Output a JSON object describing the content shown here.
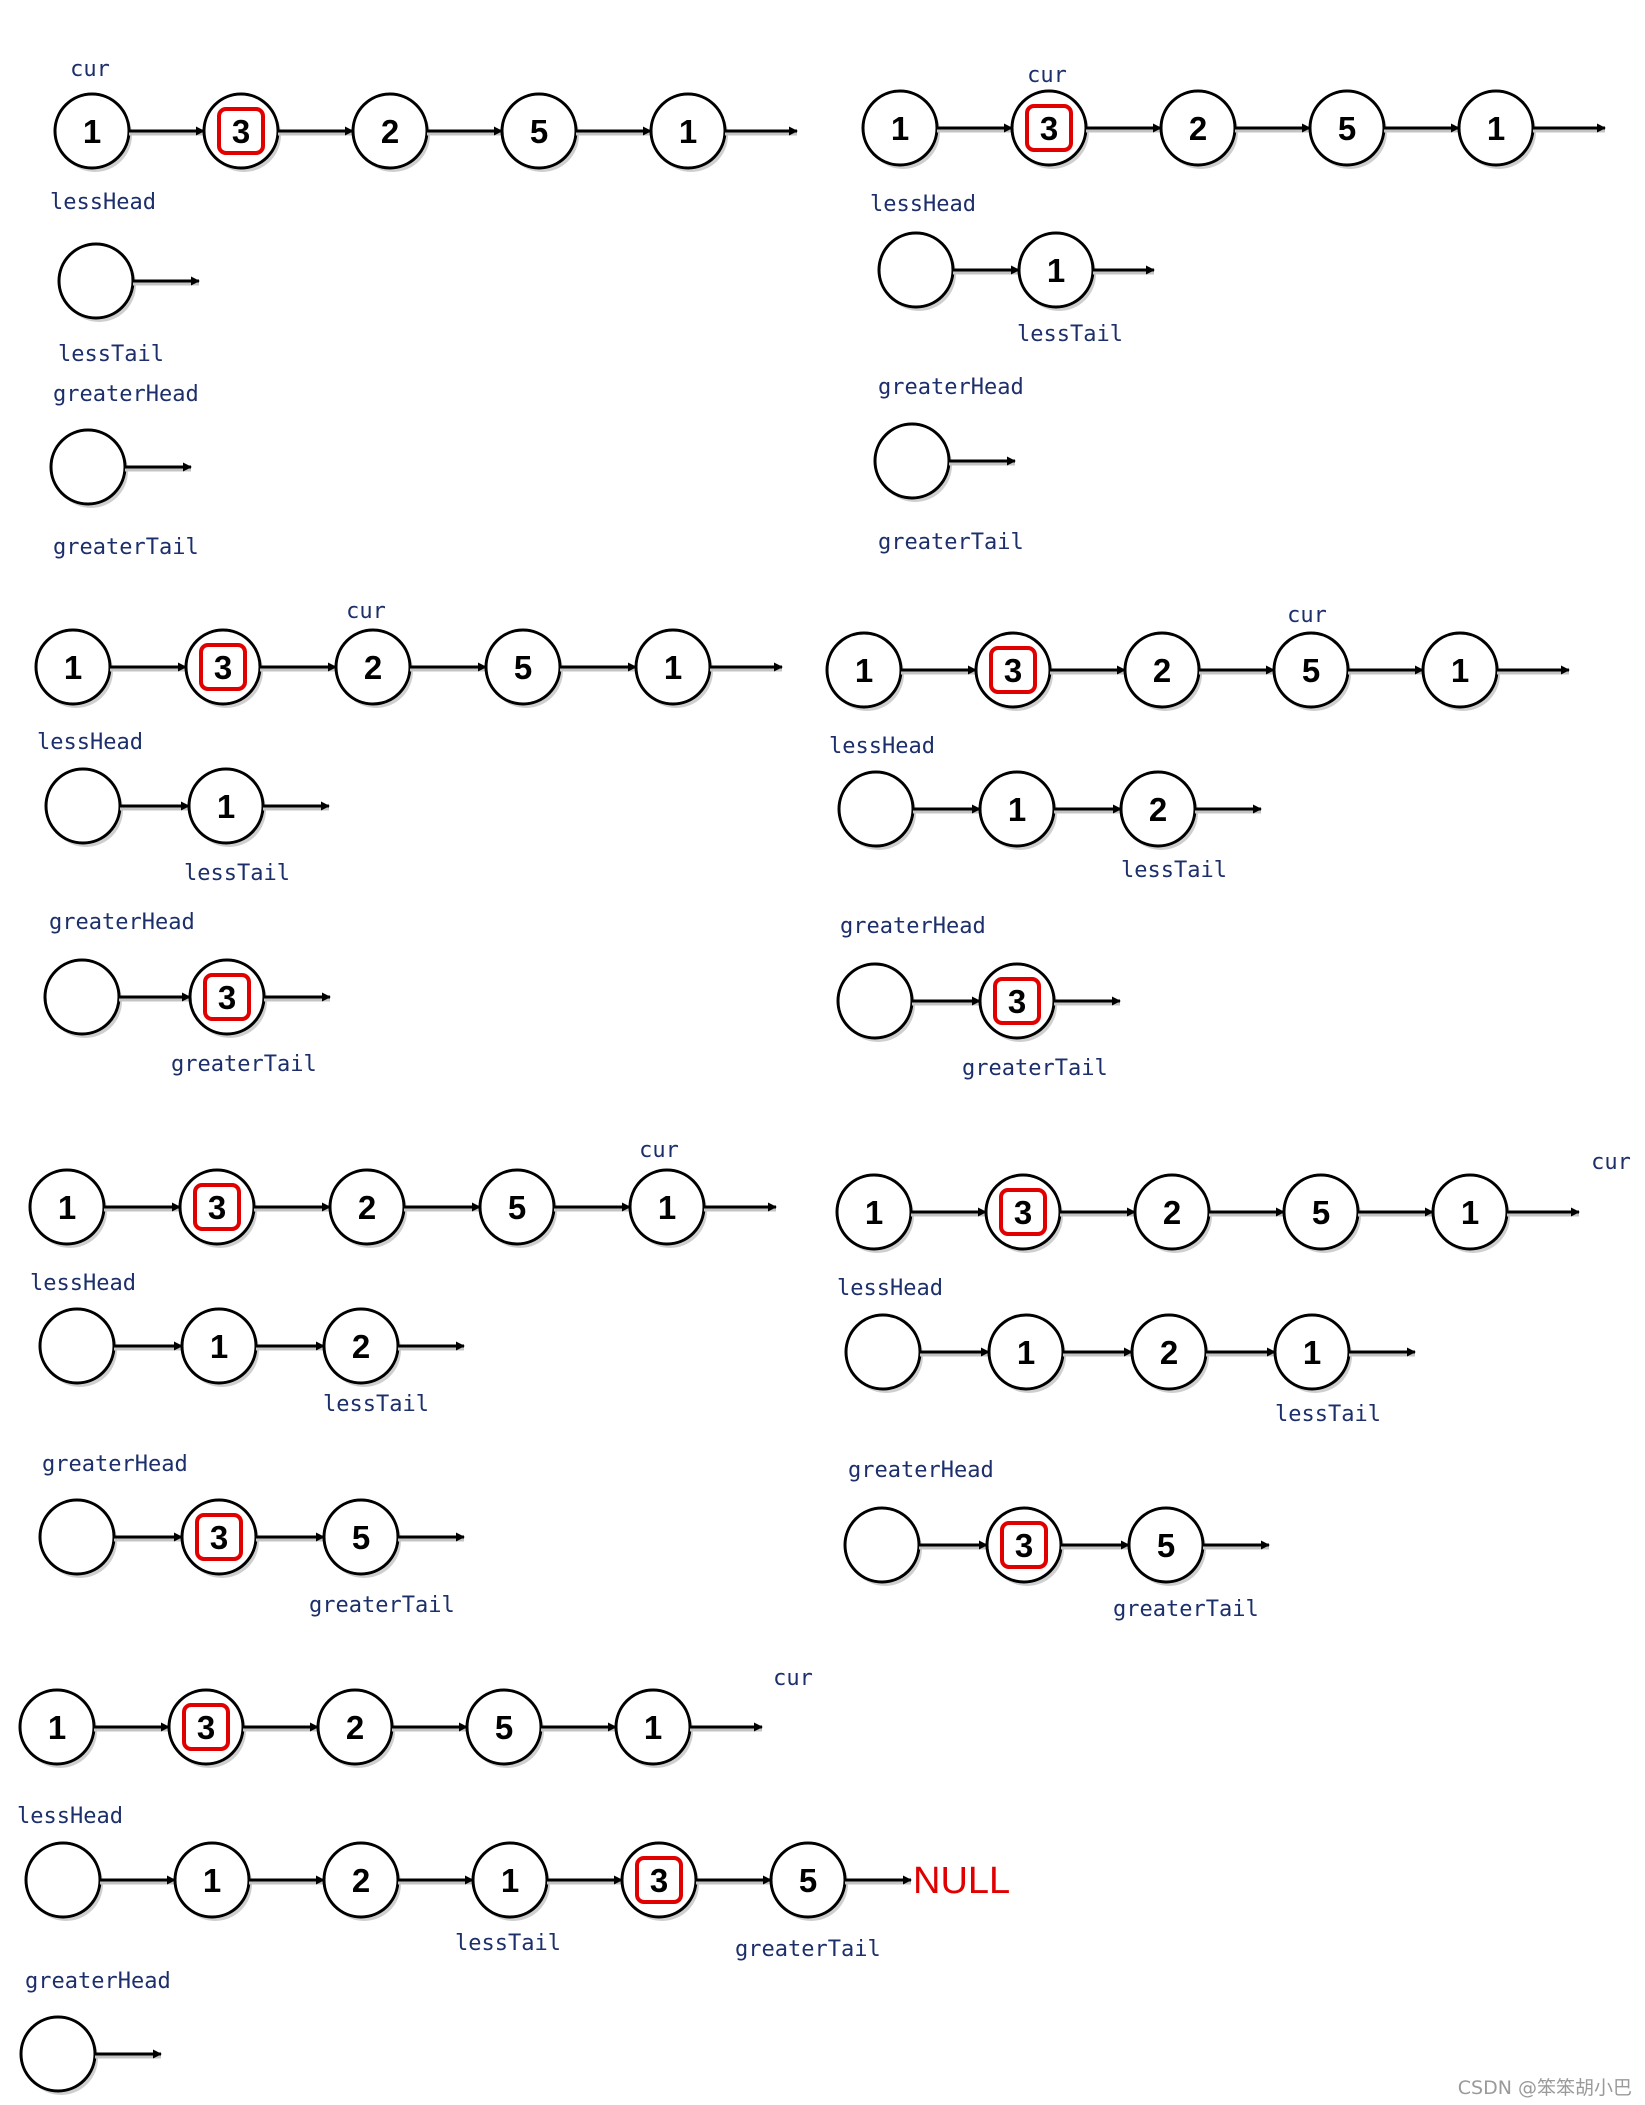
{
  "colors": {
    "ink": "#000000",
    "label": "#1c2f6b",
    "highlight": "#e00000",
    "null_text": "#e00000",
    "watermark": "#9a9a9a"
  },
  "panels": [
    {
      "id": "step-1",
      "lists": [
        {
          "name": "input",
          "nodes": [
            "1",
            "3",
            "2",
            "5",
            "1"
          ],
          "highlight": [
            1
          ]
        },
        {
          "name": "less",
          "nodes": [
            ""
          ]
        },
        {
          "name": "greater",
          "nodes": [
            ""
          ]
        }
      ],
      "labels": {
        "cur": "cur",
        "lessHead": "lessHead",
        "lessTail": "lessTail",
        "greaterHead": "greaterHead",
        "greaterTail": "greaterTail"
      }
    },
    {
      "id": "step-2",
      "lists": [
        {
          "name": "input",
          "nodes": [
            "1",
            "3",
            "2",
            "5",
            "1"
          ],
          "highlight": [
            1
          ]
        },
        {
          "name": "less",
          "nodes": [
            "",
            "1"
          ]
        },
        {
          "name": "greater",
          "nodes": [
            ""
          ]
        }
      ],
      "labels": {
        "cur": "cur",
        "lessHead": "lessHead",
        "lessTail": "lessTail",
        "greaterHead": "greaterHead",
        "greaterTail": "greaterTail"
      }
    },
    {
      "id": "step-3",
      "lists": [
        {
          "name": "input",
          "nodes": [
            "1",
            "3",
            "2",
            "5",
            "1"
          ],
          "highlight": [
            1
          ]
        },
        {
          "name": "less",
          "nodes": [
            "",
            "1"
          ]
        },
        {
          "name": "greater",
          "nodes": [
            "",
            "3"
          ],
          "highlight": [
            1
          ]
        }
      ],
      "labels": {
        "cur": "cur",
        "lessHead": "lessHead",
        "lessTail": "lessTail",
        "greaterHead": "greaterHead",
        "greaterTail": "greaterTail"
      }
    },
    {
      "id": "step-4",
      "lists": [
        {
          "name": "input",
          "nodes": [
            "1",
            "3",
            "2",
            "5",
            "1"
          ],
          "highlight": [
            1
          ]
        },
        {
          "name": "less",
          "nodes": [
            "",
            "1",
            "2"
          ]
        },
        {
          "name": "greater",
          "nodes": [
            "",
            "3"
          ],
          "highlight": [
            1
          ]
        }
      ],
      "labels": {
        "cur": "cur",
        "lessHead": "lessHead",
        "lessTail": "lessTail",
        "greaterHead": "greaterHead",
        "greaterTail": "greaterTail"
      }
    },
    {
      "id": "step-5",
      "lists": [
        {
          "name": "input",
          "nodes": [
            "1",
            "3",
            "2",
            "5",
            "1"
          ],
          "highlight": [
            1
          ]
        },
        {
          "name": "less",
          "nodes": [
            "",
            "1",
            "2"
          ]
        },
        {
          "name": "greater",
          "nodes": [
            "",
            "3",
            "5"
          ],
          "highlight": [
            1
          ]
        }
      ],
      "labels": {
        "cur": "cur",
        "lessHead": "lessHead",
        "lessTail": "lessTail",
        "greaterHead": "greaterHead",
        "greaterTail": "greaterTail"
      }
    },
    {
      "id": "step-6",
      "lists": [
        {
          "name": "input",
          "nodes": [
            "1",
            "3",
            "2",
            "5",
            "1"
          ],
          "highlight": [
            1
          ]
        },
        {
          "name": "less",
          "nodes": [
            "",
            "1",
            "2",
            "1"
          ]
        },
        {
          "name": "greater",
          "nodes": [
            "",
            "3",
            "5"
          ],
          "highlight": [
            1
          ]
        }
      ],
      "labels": {
        "cur": "cur",
        "lessHead": "lessHead",
        "lessTail": "lessTail",
        "greaterHead": "greaterHead",
        "greaterTail": "greaterTail"
      }
    },
    {
      "id": "step-7-final",
      "lists": [
        {
          "name": "input",
          "nodes": [
            "1",
            "3",
            "2",
            "5",
            "1"
          ],
          "highlight": [
            1
          ]
        },
        {
          "name": "merged",
          "nodes": [
            "",
            "1",
            "2",
            "1",
            "3",
            "5"
          ],
          "highlight": [
            4
          ],
          "tail_text": "NULL"
        },
        {
          "name": "greater",
          "nodes": [
            ""
          ]
        }
      ],
      "labels": {
        "cur": "cur",
        "lessHead": "lessHead",
        "lessTail": "lessTail",
        "greaterHead": "greaterHead",
        "greaterTail": "greaterTail"
      }
    }
  ],
  "watermark": "CSDN @笨笨胡小巴"
}
